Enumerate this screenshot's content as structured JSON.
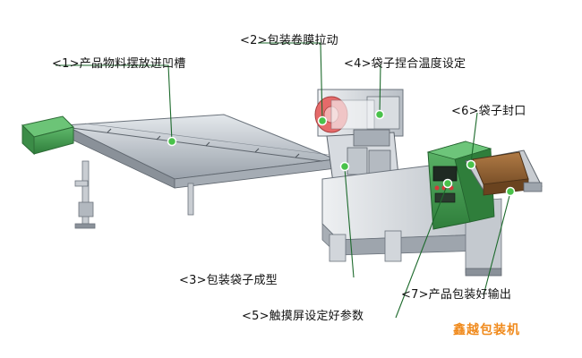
{
  "diagram": {
    "labels": [
      {
        "id": "l1",
        "text": "<1>产品物料摆放进凹槽"
      },
      {
        "id": "l2",
        "text": "<2>包装卷膜拉动"
      },
      {
        "id": "l3",
        "text": "<3>包装袋子成型"
      },
      {
        "id": "l4",
        "text": "<4>袋子捏合温度设定"
      },
      {
        "id": "l5",
        "text": "<5>触摸屏设定好参数"
      },
      {
        "id": "l6",
        "text": "<6>袋子封口"
      },
      {
        "id": "l7",
        "text": "<7>产品包装好输出"
      }
    ],
    "brand": "鑫越包装机",
    "colors": {
      "machine_green": "#3f9a4e",
      "marker_green": "#49c24a",
      "leader_line": "#1d6a2c",
      "brand_orange": "#f08a1c",
      "roll_red": "#e56a6a"
    }
  }
}
